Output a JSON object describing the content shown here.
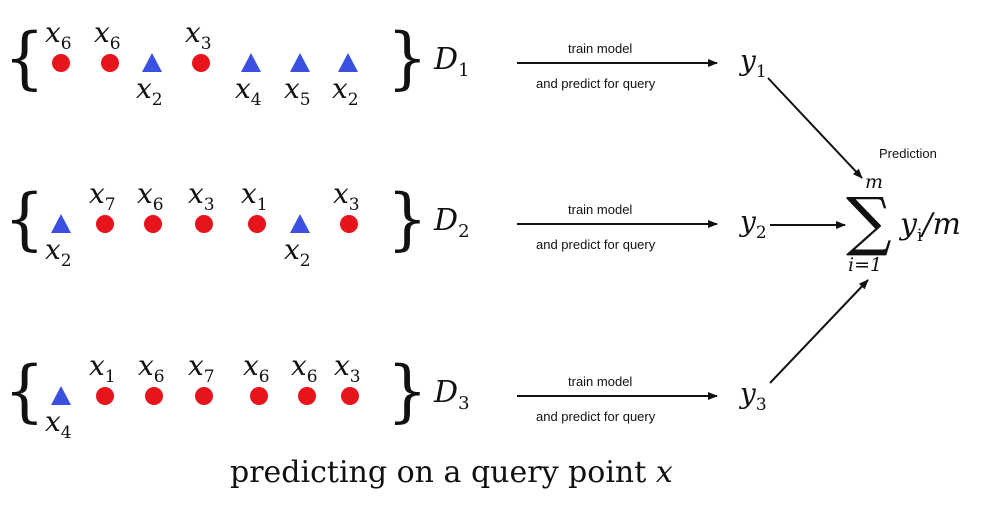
{
  "rows": [
    {
      "set_label": "D",
      "set_sub": "1",
      "arrow_top": "train model",
      "arrow_bottom": "and predict for query",
      "output": "y",
      "output_sub": "1",
      "items": [
        {
          "shape": "circle",
          "var": "x",
          "sub": "6",
          "pos": "above"
        },
        {
          "shape": "circle",
          "var": "x",
          "sub": "6",
          "pos": "above"
        },
        {
          "shape": "triangle",
          "var": "x",
          "sub": "2",
          "pos": "below"
        },
        {
          "shape": "circle",
          "var": "x",
          "sub": "3",
          "pos": "above"
        },
        {
          "shape": "triangle",
          "var": "x",
          "sub": "4",
          "pos": "below"
        },
        {
          "shape": "triangle",
          "var": "x",
          "sub": "5",
          "pos": "below"
        },
        {
          "shape": "triangle",
          "var": "x",
          "sub": "2",
          "pos": "below"
        }
      ]
    },
    {
      "set_label": "D",
      "set_sub": "2",
      "arrow_top": "train model",
      "arrow_bottom": "and predict for query",
      "output": "y",
      "output_sub": "2",
      "items": [
        {
          "shape": "triangle",
          "var": "x",
          "sub": "2",
          "pos": "below"
        },
        {
          "shape": "circle",
          "var": "x",
          "sub": "7",
          "pos": "above"
        },
        {
          "shape": "circle",
          "var": "x",
          "sub": "6",
          "pos": "above"
        },
        {
          "shape": "circle",
          "var": "x",
          "sub": "3",
          "pos": "above"
        },
        {
          "shape": "circle",
          "var": "x",
          "sub": "1",
          "pos": "above"
        },
        {
          "shape": "triangle",
          "var": "x",
          "sub": "2",
          "pos": "below"
        },
        {
          "shape": "circle",
          "var": "x",
          "sub": "3",
          "pos": "above"
        }
      ]
    },
    {
      "set_label": "D",
      "set_sub": "3",
      "arrow_top": "train model",
      "arrow_bottom": "and predict for query",
      "output": "y",
      "output_sub": "3",
      "items": [
        {
          "shape": "triangle",
          "var": "x",
          "sub": "4",
          "pos": "below"
        },
        {
          "shape": "circle",
          "var": "x",
          "sub": "1",
          "pos": "above"
        },
        {
          "shape": "circle",
          "var": "x",
          "sub": "6",
          "pos": "above"
        },
        {
          "shape": "circle",
          "var": "x",
          "sub": "7",
          "pos": "above"
        },
        {
          "shape": "circle",
          "var": "x",
          "sub": "6",
          "pos": "above"
        },
        {
          "shape": "circle",
          "var": "x",
          "sub": "6",
          "pos": "above"
        },
        {
          "shape": "circle",
          "var": "x",
          "sub": "3",
          "pos": "above"
        }
      ]
    }
  ],
  "aggregate": {
    "label": "Prediction",
    "sum_upper": "m",
    "sum_lower": "i=1",
    "expr_var": "y",
    "expr_sub": "i",
    "expr_tail": "/m"
  },
  "caption": {
    "text": "predicting on a query point ",
    "var": "x"
  },
  "colors": {
    "circle": "#e8141b",
    "triangle": "#3b4fe0",
    "ink": "#111111"
  }
}
